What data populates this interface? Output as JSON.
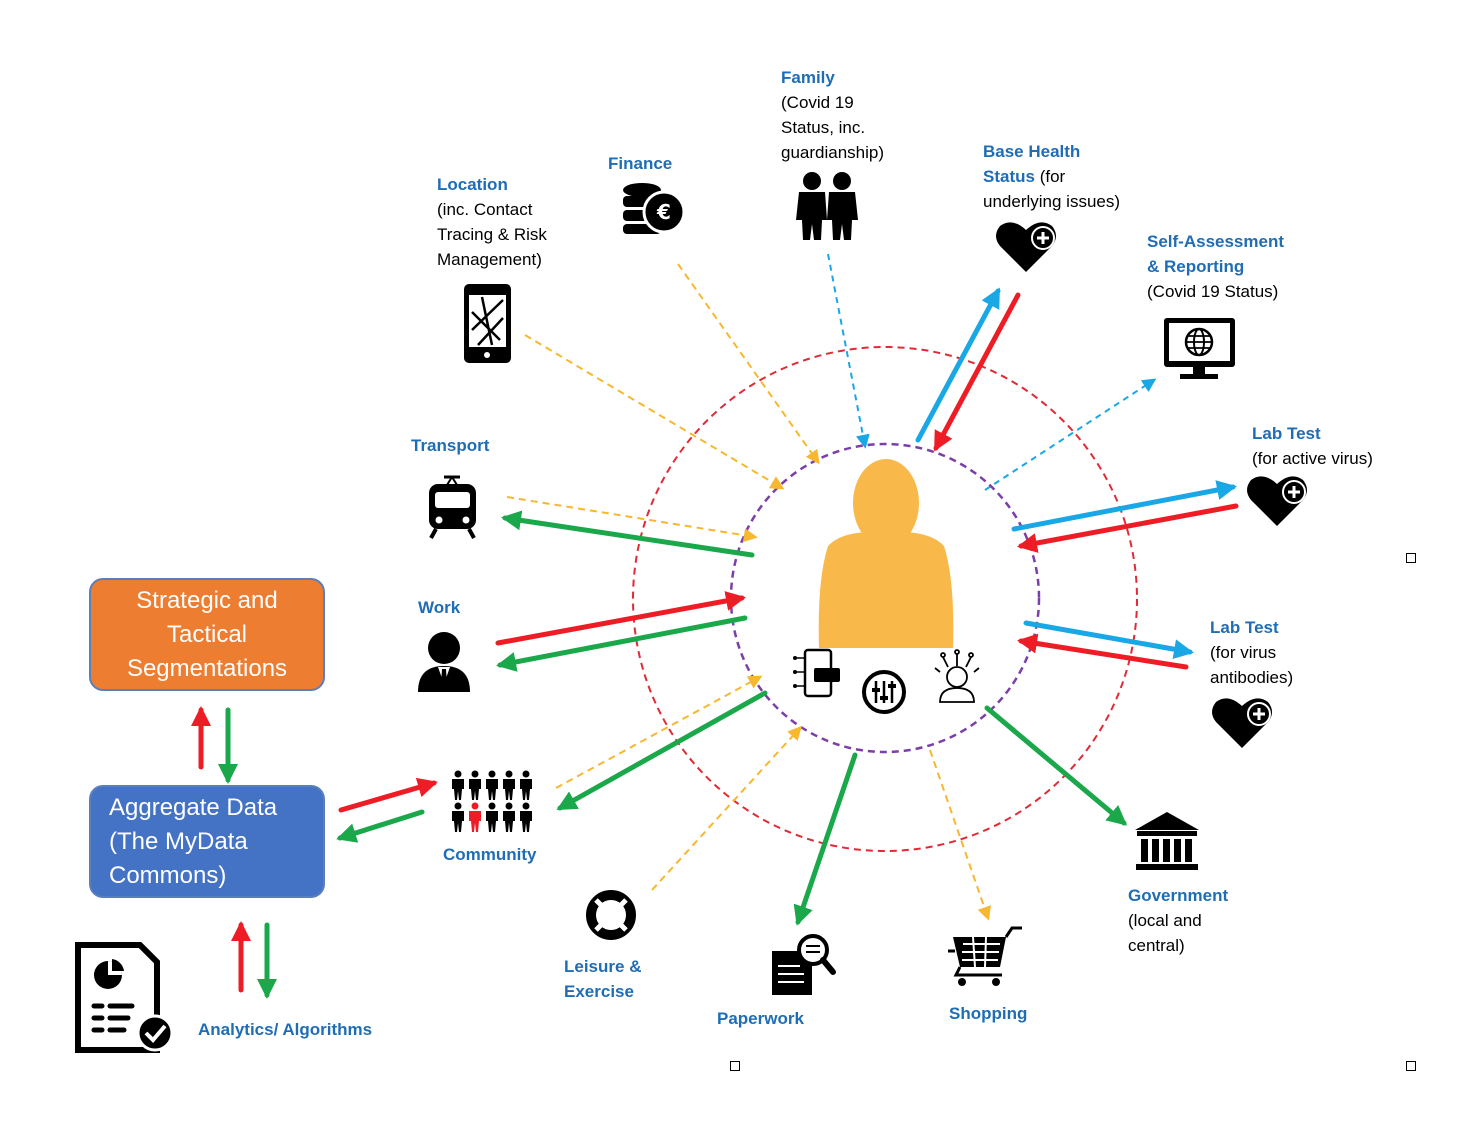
{
  "labels": {
    "family": {
      "title": "Family",
      "lines": [
        "(Covid 19",
        "Status, inc.",
        "guardianship)"
      ]
    },
    "finance": {
      "title": "Finance"
    },
    "location": {
      "title": "Location",
      "lines": [
        "(inc. Contact",
        "Tracing & Risk",
        "Management)"
      ]
    },
    "base_health": {
      "title_lines": [
        "Base Health",
        "Status"
      ],
      "inline": " (for",
      "lines": [
        "underlying issues)"
      ]
    },
    "self_assessment": {
      "title_lines": [
        "Self-Assessment",
        "& Reporting"
      ],
      "lines": [
        "(Covid 19 Status)"
      ]
    },
    "transport": {
      "title": "Transport"
    },
    "lab_active": {
      "title": "Lab Test",
      "lines": [
        "(for active virus)"
      ]
    },
    "work": {
      "title": "Work"
    },
    "lab_antibodies": {
      "title": "Lab Test",
      "lines": [
        "(for virus",
        "antibodies)"
      ]
    },
    "community": {
      "title": "Community"
    },
    "government": {
      "title": "Government",
      "lines": [
        "(local and",
        "central)"
      ]
    },
    "leisure": {
      "title_lines": [
        "Leisure &",
        "Exercise"
      ]
    },
    "paperwork": {
      "title": "Paperwork"
    },
    "shopping": {
      "title": "Shopping"
    },
    "analytics": {
      "title": "Analytics/ Algorithms"
    }
  },
  "boxes": {
    "segmentations": {
      "lines": [
        "Strategic and",
        "Tactical",
        "Segmentations"
      ]
    },
    "aggregate": {
      "lines": [
        "Aggregate Data",
        "(The MyData",
        "Commons)"
      ]
    }
  },
  "icons": [
    "person-icon",
    "family-icon",
    "finance-coins-icon",
    "location-phone-map-icon",
    "heart-plus-icon",
    "monitor-globe-icon",
    "train-icon",
    "worker-icon",
    "community-people-icon",
    "lifebuoy-icon",
    "paperwork-search-icon",
    "shopping-cart-icon",
    "government-building-icon",
    "analytics-report-icon",
    "mobile-data-icon",
    "controls-icon",
    "ai-head-icon"
  ],
  "colors": {
    "title_blue": "#1f6db5",
    "arrow_red": "#ee1c25",
    "arrow_green": "#1aa84a",
    "arrow_blue": "#19a7e6",
    "arrow_yellow": "#f7b72f",
    "ring_red": "#e02a35",
    "ring_purple": "#7a3fa8",
    "person": "#f9b94a",
    "box_orange": "#ed7d31",
    "box_blue": "#4472c4"
  }
}
